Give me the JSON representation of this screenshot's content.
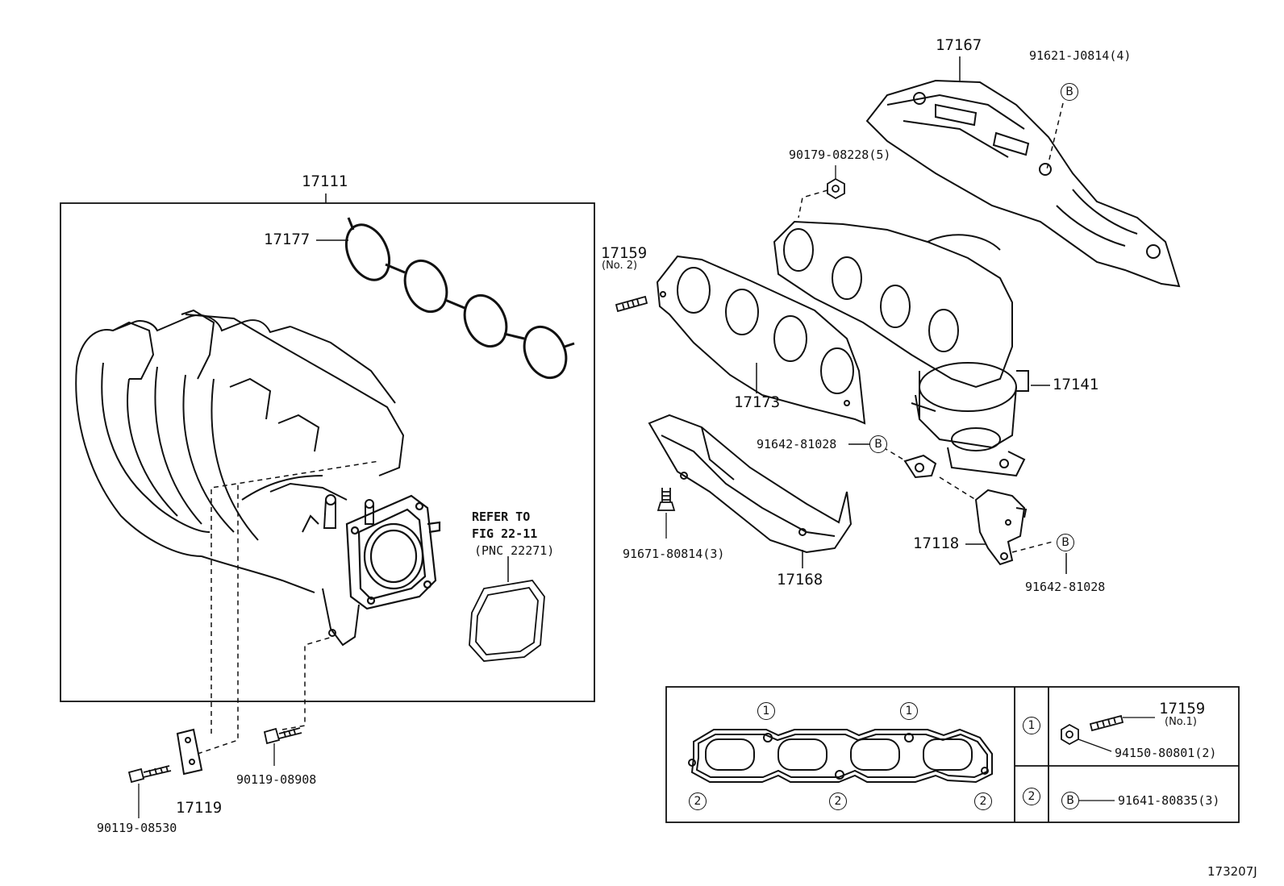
{
  "parts": {
    "p17111": "17111",
    "p17177": "17177",
    "p17159_no2": "17159",
    "p17159_no2_sub": "(No. 2)",
    "p17167": "17167",
    "p91621": "91621-J0814(4)",
    "p90179": "90179-08228(5)",
    "p17173": "17173",
    "p17141": "17141",
    "p91642_a": "91642-81028",
    "p91671": "91671-80814(3)",
    "p17168": "17168",
    "p17118": "17118",
    "p91642_b": "91642-81028",
    "p90119_08908": "90119-08908",
    "p17119": "17119",
    "p90119_08530": "90119-08530",
    "p17159_no1": "17159",
    "p17159_no1_sub": "(No.1)",
    "p94150": "94150-80801(2)",
    "p91641": "91641-80835(3)"
  },
  "refer": {
    "line1": "REFER TO",
    "line2": "FIG 22-11",
    "line3": "(PNC 22271)"
  },
  "markers": {
    "b": "B",
    "one": "1",
    "two": "2"
  },
  "figure_id": "173207J"
}
